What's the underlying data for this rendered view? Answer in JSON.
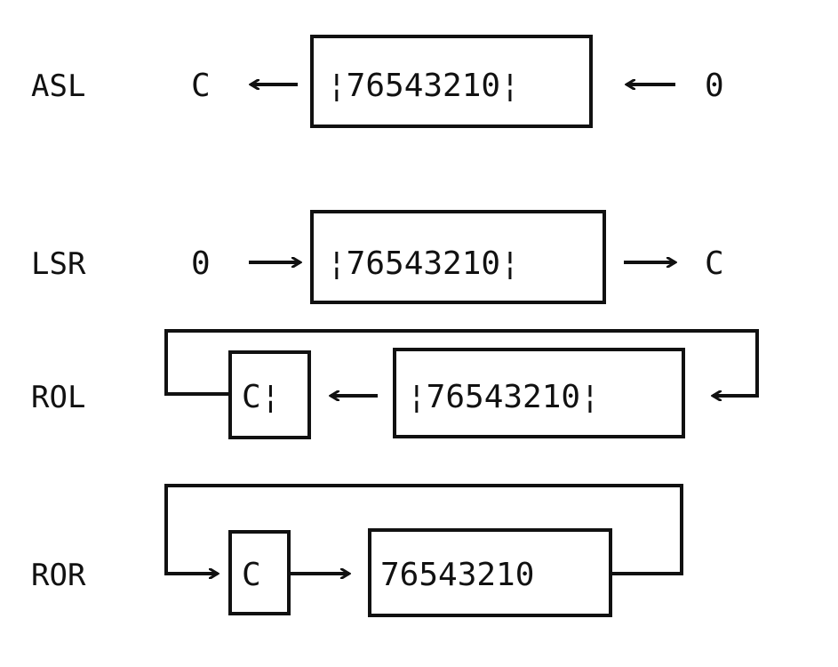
{
  "rows": [
    {
      "op": "ASL",
      "left": "C",
      "register": "¦76543210¦",
      "right": "0"
    },
    {
      "op": "LSR",
      "left": "0",
      "register": "¦76543210¦",
      "right": "C"
    },
    {
      "op": "ROL",
      "carry": "C¦",
      "register": "¦76543210¦"
    },
    {
      "op": "ROR",
      "carry": "C",
      "register": "76543210"
    }
  ]
}
